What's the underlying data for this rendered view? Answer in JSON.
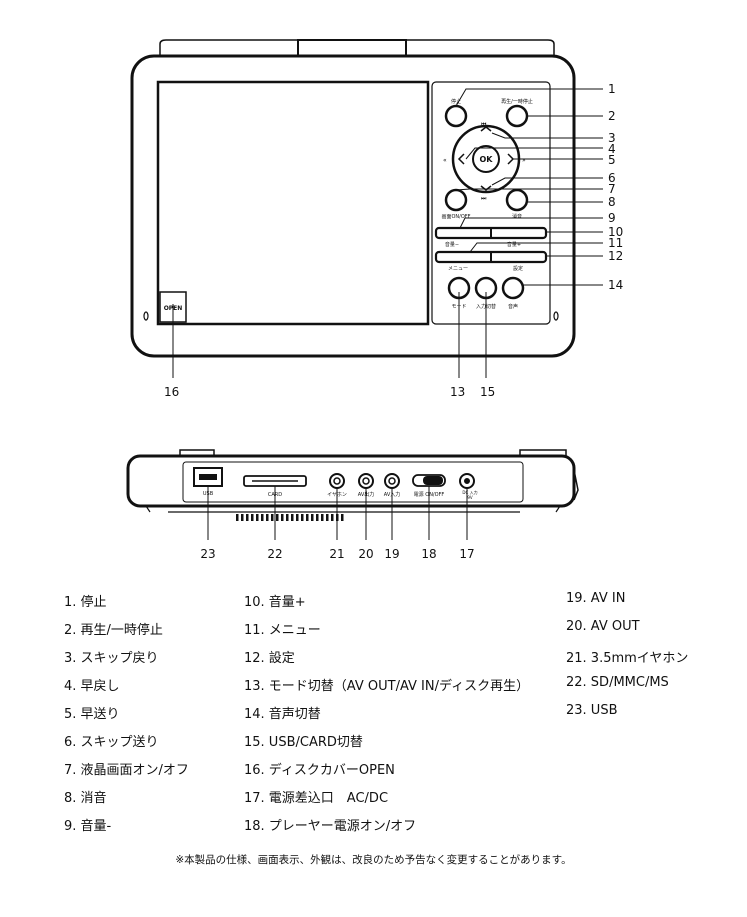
{
  "device_labels": {
    "stop": "停止",
    "play_pause": "再生/一時停止",
    "ok": "OK",
    "lcd_onoff": "画面ON/OFF",
    "mute": "消音",
    "vol_minus": "音量−",
    "vol_plus": "音量+",
    "menu": "メニュー",
    "setup": "設定",
    "mode": "モード",
    "input": "入力切替",
    "audio": "音声",
    "open": "OPEN",
    "usb": "USB",
    "card": "CARD",
    "earphone": "イヤホン",
    "av_out": "AV出力",
    "av_in": "AV入力",
    "power": "電源 ON/OFF",
    "dc_in": "DC 入力",
    "dc_in2": "9V"
  },
  "callouts": {
    "n1": "1",
    "n2": "2",
    "n3": "3",
    "n4": "4",
    "n5": "5",
    "n6": "6",
    "n7": "7",
    "n8": "8",
    "n9": "9",
    "n10": "10",
    "n11": "11",
    "n12": "12",
    "n13": "13",
    "n14": "14",
    "n15": "15",
    "n16": "16",
    "n17": "17",
    "n18": "18",
    "n19": "19",
    "n20": "20",
    "n21": "21",
    "n22": "22",
    "n23": "23"
  },
  "legend": [
    "1. 停止",
    "2. 再生/一時停止",
    "3. スキップ戻り",
    "4. 早戻し",
    "5. 早送り",
    "6. スキップ送り",
    "7. 液晶画面オン/オフ",
    "8. 消音",
    "9. 音量-",
    "10. 音量+",
    "11. メニュー",
    "12. 設定",
    "13. モード切替（AV OUT/AV IN/ディスク再生）",
    "14. 音声切替",
    "15. USB/CARD切替",
    "16. ディスクカバーOPEN",
    "17. 電源差込口　AC/DC",
    "18. プレーヤー電源オン/オフ",
    "19. AV IN",
    "20. AV OUT",
    "21. 3.5mmイヤホン",
    "22. SD/MMC/MS",
    "23. USB"
  ],
  "footnote": "※本製品の仕様、画面表示、外観は、改良のため予告なく変更することがあります。"
}
